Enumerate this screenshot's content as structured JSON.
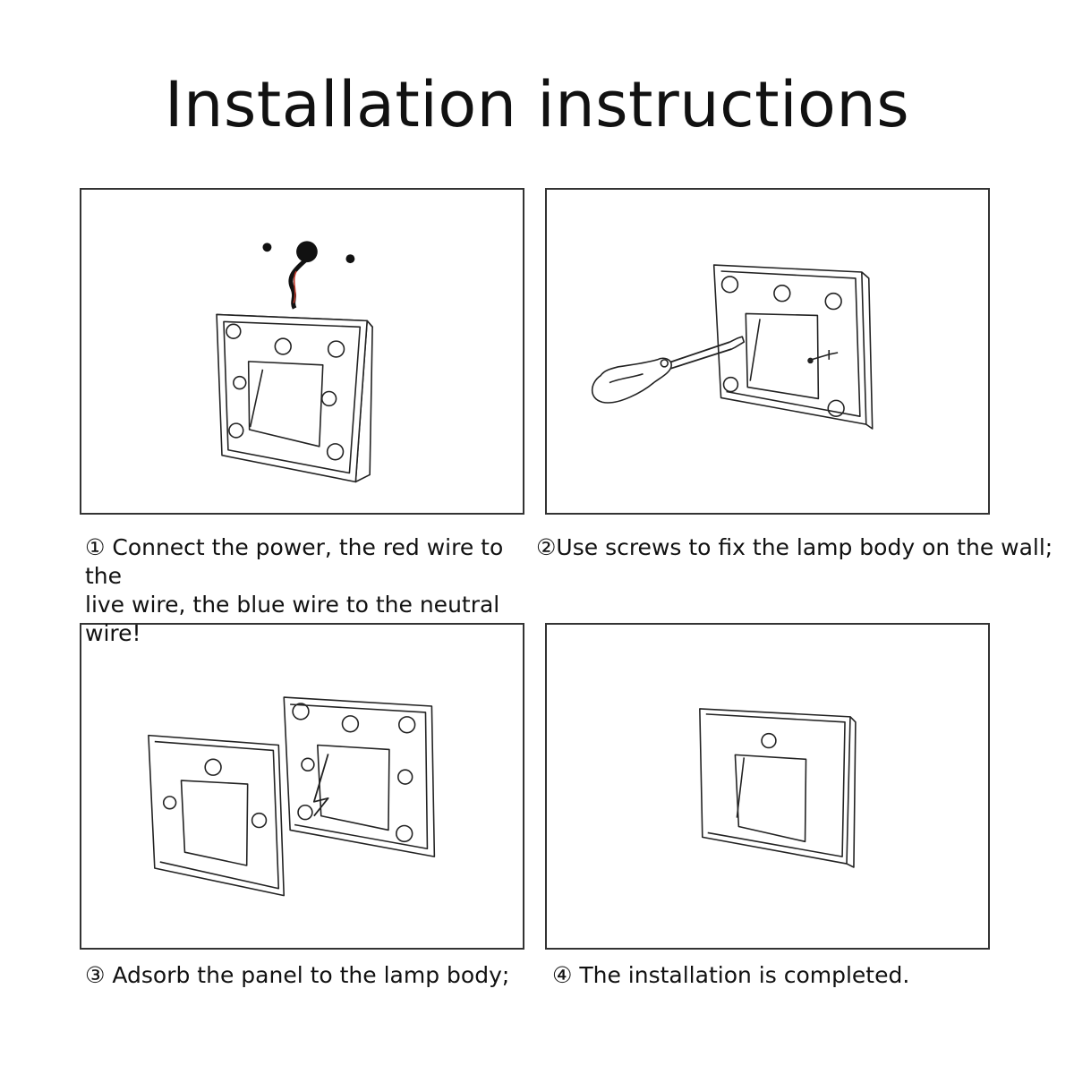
{
  "title": "Installation instructions",
  "steps": [
    {
      "number": "①",
      "line1": "① Connect the power, the red wire to the",
      "line2": "live wire, the blue wire to the neutral wire!"
    },
    {
      "number": "②",
      "line1": "②Use screws to fix the lamp body on the wall;"
    },
    {
      "number": "③",
      "line1": "③ Adsorb the panel to the lamp body;"
    },
    {
      "number": "④",
      "line1": "④ The installation is completed."
    }
  ],
  "colors": {
    "line": "#222222",
    "wire_red": "#c0392b"
  }
}
